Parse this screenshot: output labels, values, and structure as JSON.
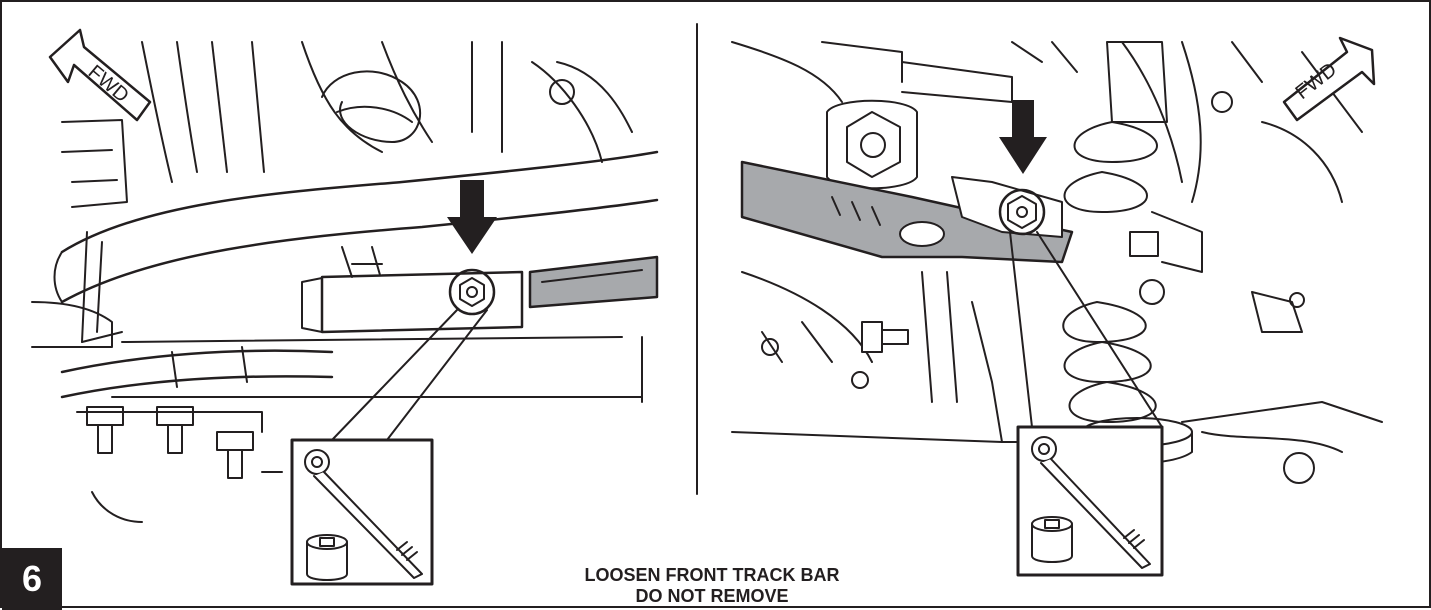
{
  "step": {
    "number": "6"
  },
  "instruction": {
    "line1": "LOOSEN FRONT TRACK BAR",
    "line2": "DO NOT REMOVE"
  },
  "panels": {
    "left": {
      "direction_label": "FWD"
    },
    "right": {
      "direction_label": "FWD"
    }
  },
  "tools": [
    "ratchet-icon",
    "socket-icon"
  ],
  "colors": {
    "line": "#231f20",
    "track_bar_fill": "#a7a9ac",
    "background": "#ffffff"
  }
}
